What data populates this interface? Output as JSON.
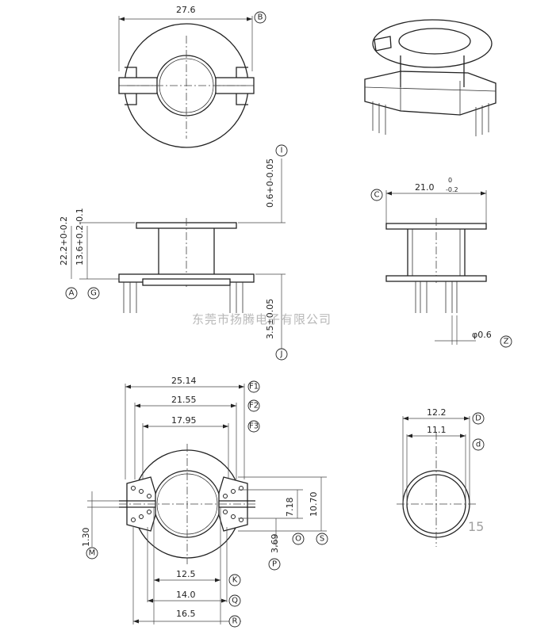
{
  "watermark": "东莞市扬腾电子有限公司",
  "page_number": "15",
  "dimensions": {
    "top_width": "27.6",
    "height_upper": "0.6+0-0.05",
    "height_total": "22.2+0-0.2",
    "height_body": "13.6+0.2-0.1",
    "height_pin": "3.5±0.05",
    "flange_width": "21.0",
    "flange_tol_upper": "0",
    "flange_tol_lower": "-0.2",
    "pin_dia": "φ0.6",
    "w1": "25.14",
    "w2": "21.55",
    "w3": "17.95",
    "h1": "7.18",
    "h2": "10.70",
    "h3": "3.69",
    "m_small": "1.30",
    "b1": "12.5",
    "b2": "14.0",
    "b3": "16.5",
    "od": "12.2",
    "id": "11.1"
  },
  "bubbles": {
    "B": "B",
    "C": "C",
    "I": "I",
    "A": "A",
    "G": "G",
    "J": "J",
    "Z": "Z",
    "F1": "F1",
    "F2": "F2",
    "F3": "F3",
    "D": "D",
    "d": "d",
    "M": "M",
    "P": "P",
    "O": "O",
    "S": "S",
    "K": "K",
    "Q": "Q",
    "R": "R"
  }
}
